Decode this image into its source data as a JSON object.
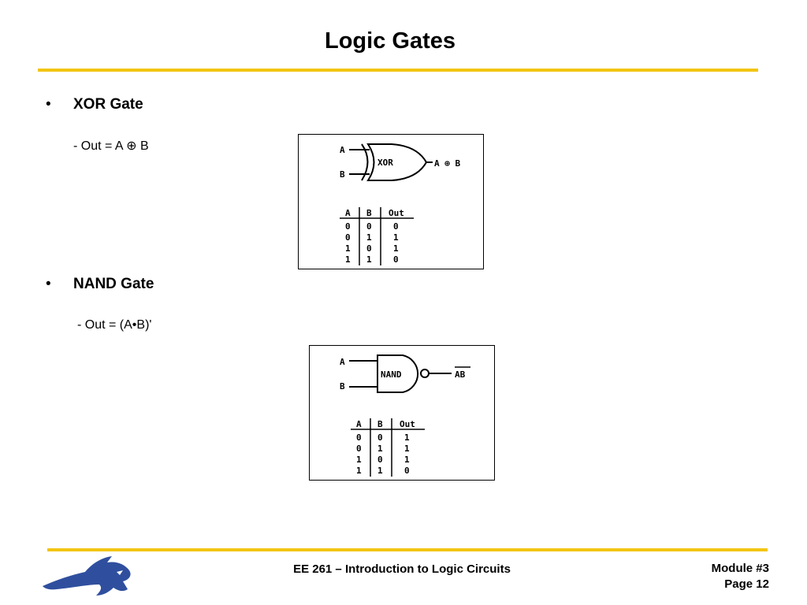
{
  "slide": {
    "title": "Logic Gates"
  },
  "colors": {
    "rule": "#f2c511",
    "logo": "#2f4f9e"
  },
  "sections": [
    {
      "bullet": "•",
      "heading": "XOR Gate",
      "formula": "- Out = A ⊕ B",
      "gate": {
        "label": "XOR",
        "input_a": "A",
        "input_b": "B",
        "output": "A ⊕ B"
      },
      "truth_table": {
        "headers": [
          "A",
          "B",
          "Out"
        ],
        "rows": [
          [
            "0",
            "0",
            "0"
          ],
          [
            "0",
            "1",
            "1"
          ],
          [
            "1",
            "0",
            "1"
          ],
          [
            "1",
            "1",
            "0"
          ]
        ]
      }
    },
    {
      "bullet": "•",
      "heading": "NAND Gate",
      "formula": "- Out = (A•B)'",
      "gate": {
        "label": "NAND",
        "input_a": "A",
        "input_b": "B",
        "output": "AB"
      },
      "truth_table": {
        "headers": [
          "A",
          "B",
          "Out"
        ],
        "rows": [
          [
            "0",
            "0",
            "1"
          ],
          [
            "0",
            "1",
            "1"
          ],
          [
            "1",
            "0",
            "1"
          ],
          [
            "1",
            "1",
            "0"
          ]
        ]
      }
    }
  ],
  "footer": {
    "course": "EE 261 – Introduction to Logic Circuits",
    "module": "Module #3",
    "page": "Page 12",
    "logo_icon": "wildcat-logo-icon"
  }
}
